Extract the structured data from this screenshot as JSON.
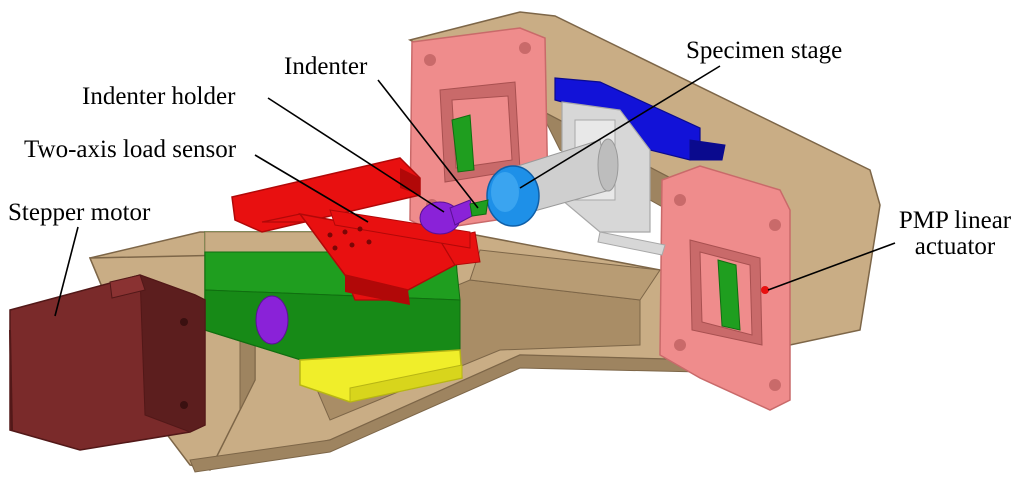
{
  "diagram": {
    "labels": {
      "indenter": "Indenter",
      "specimen_stage": "Specimen stage",
      "indenter_holder": "Indenter holder",
      "two_axis_load_sensor": "Two-axis load sensor",
      "stepper_motor": "Stepper motor",
      "pmp_linear_actuator_line1": "PMP linear",
      "pmp_linear_actuator_line2": "actuator"
    },
    "colors": {
      "base": "#c9ad85",
      "base_dark": "#9e8460",
      "base_shadow": "#7d6648",
      "pink": "#ef8c8c",
      "pink_dark": "#c96a6a",
      "red": "#e81010",
      "red_dark": "#b10808",
      "green": "#1f9e1f",
      "green_dark": "#106e10",
      "yellow": "#f0ee2a",
      "yellow_dark": "#b7b514",
      "blue": "#1212d8",
      "blue_dark": "#0a0a8e",
      "motor": "#7a2a2a",
      "motor_dark": "#521818",
      "purple": "#8a22d8",
      "cyan": "#1e90e8",
      "gray": "#d7d7d7",
      "gray_dark": "#a8a8a8",
      "line": "#000000"
    }
  }
}
